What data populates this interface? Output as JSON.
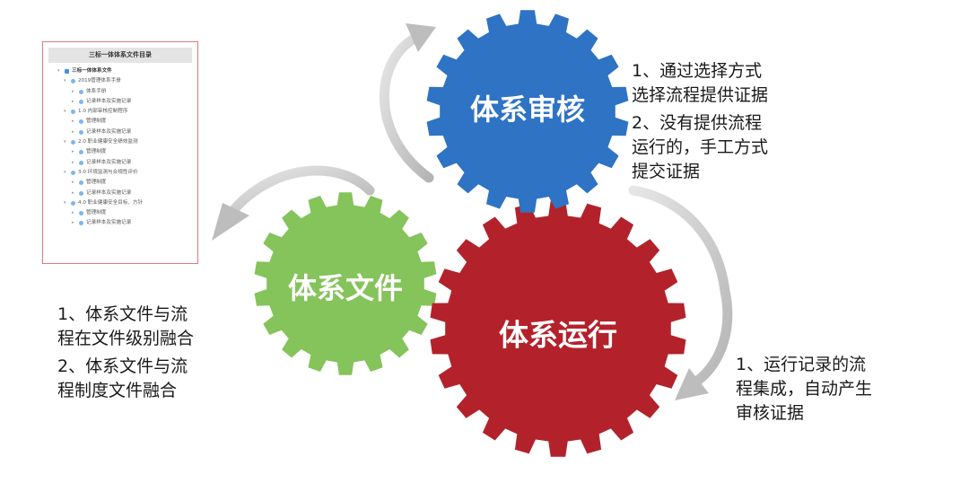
{
  "gears": [
    {
      "id": "review",
      "label": "体系审核",
      "color": "#2e73c4"
    },
    {
      "id": "files",
      "label": "体系文件",
      "color": "#85c35b"
    },
    {
      "id": "run",
      "label": "体系运行",
      "color": "#b3222b"
    }
  ],
  "directory": {
    "title": "三标一体体系文件目录",
    "items": [
      {
        "text": "三标一体体系文件",
        "level": 0,
        "icon": "org-chart-icon"
      },
      {
        "text": "2019管理体系手册",
        "level": 1
      },
      {
        "text": "体系手册",
        "level": 2
      },
      {
        "text": "记录样本及实施记录",
        "level": 2
      },
      {
        "text": "1.0 内部审核控制程序",
        "level": 1
      },
      {
        "text": "管理制度",
        "level": 2
      },
      {
        "text": "记录样本及实施记录",
        "level": 2
      },
      {
        "text": "2.0 职业健康安全绩效监测",
        "level": 1
      },
      {
        "text": "管理制度",
        "level": 2
      },
      {
        "text": "记录样本及实施记录",
        "level": 2
      },
      {
        "text": "3.0 环境监测与合规性评价",
        "level": 1
      },
      {
        "text": "管理制度",
        "level": 2
      },
      {
        "text": "记录样本及实施记录",
        "level": 2
      },
      {
        "text": "4.0 职业健康安全目标、方针",
        "level": 1
      },
      {
        "text": "管理制度",
        "level": 2
      },
      {
        "text": "记录样本及实施记录",
        "level": 2
      }
    ]
  },
  "notes": {
    "review": {
      "p1": [
        "1、通过选择方式",
        "选择流程提供证据"
      ],
      "p2": [
        "2、没有提供流程",
        "运行的，手工方式",
        "提交证据"
      ]
    },
    "files": {
      "p1": [
        "1、体系文件与流",
        "程在文件级别融合"
      ],
      "p2": [
        "2、体系文件与流",
        "程制度文件融合"
      ]
    },
    "run": {
      "p1": [
        "1、运行记录的流",
        "程集成，自动产生",
        "审核证据"
      ]
    }
  },
  "arrow_color": "#cccccc"
}
